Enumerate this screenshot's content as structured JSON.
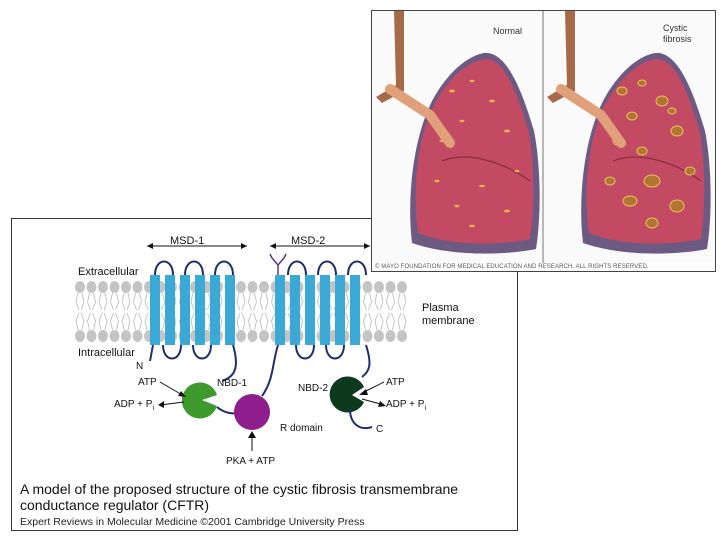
{
  "cftr_diagram": {
    "labels": {
      "msd1": "MSD-1",
      "msd2": "MSD-2",
      "extracellular": "Extracellular",
      "intracellular": "Intracellular",
      "plasma_membrane": [
        "Plasma",
        "membrane"
      ],
      "n_term": "N",
      "c_term": "C",
      "atp_left": "ATP",
      "adp_left": "ADP + P",
      "adp_left_sub": "i",
      "nbd1": "NBD-1",
      "nbd2": "NBD-2",
      "atp_right": "ATP",
      "adp_right": "ADP + P",
      "adp_right_sub": "i",
      "r_domain": "R domain",
      "pka": "PKA + ATP"
    },
    "caption": "A model of the proposed structure of the cystic fibrosis transmembrane conductance regulator (CFTR)",
    "credit": "Expert Reviews in Molecular Medicine ©2001 Cambridge University Press",
    "colors": {
      "helix": "#3aa9d6",
      "nbd1": "#3f9a2e",
      "nbd2": "#0d3a1c",
      "r_domain": "#8e1e8c",
      "linker": "#1f2d6b",
      "lipid": "#c4c4c4"
    }
  },
  "lung_figure": {
    "normal_label": "Normal",
    "cf_label": [
      "Cystic",
      "fibrosis"
    ],
    "credit": "© MAYO FOUNDATION FOR MEDICAL EDUCATION AND RESEARCH. ALL RIGHTS RESERVED."
  }
}
